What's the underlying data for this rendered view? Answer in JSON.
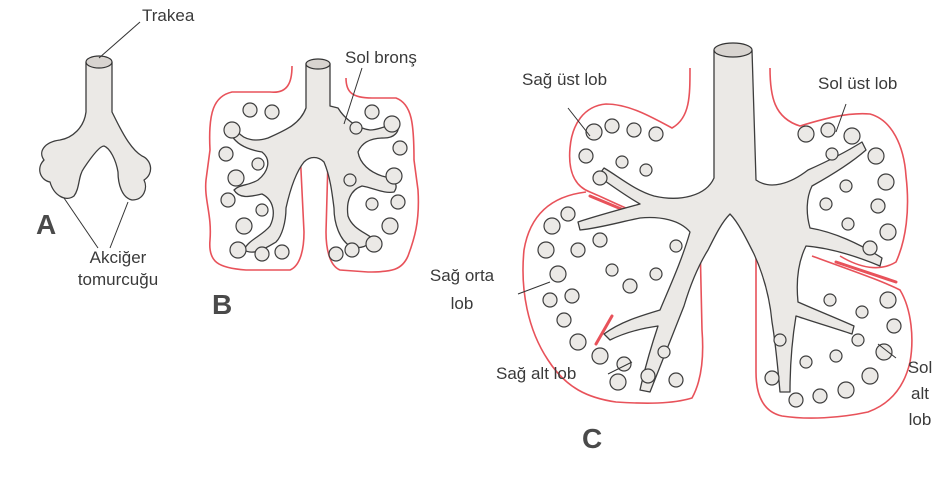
{
  "labels": {
    "trakea": "Trakea",
    "akciger": "Akciğer",
    "tomurcugu": "tomurcuğu",
    "sol_brons": "Sol bronş",
    "sag_ust_lob": "Sağ üst lob",
    "sol_ust_lob": "Sol üst lob",
    "sag_orta": "Sağ orta",
    "lob": "lob",
    "sag_alt_lob": "Sağ alt lob",
    "sol": "Sol",
    "alt": "alt",
    "lob2": "lob"
  },
  "panels": {
    "a": "A",
    "b": "B",
    "c": "C"
  },
  "colors": {
    "lung_outline": "#e8525a",
    "fissure": "#e8525a",
    "tissue": "#ebe9e6",
    "ink": "#3d3d3d"
  }
}
